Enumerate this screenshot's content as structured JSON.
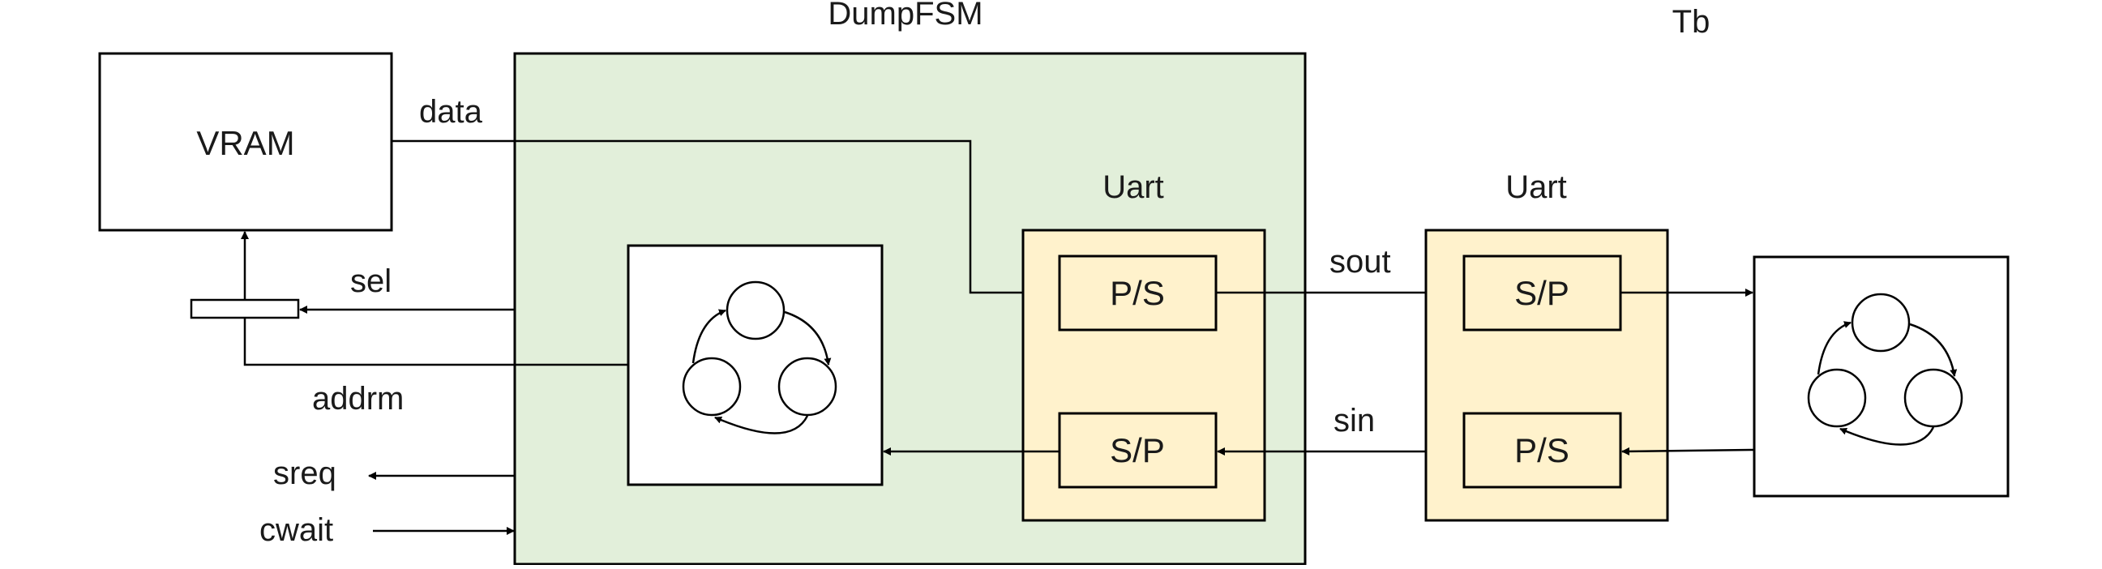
{
  "colors": {
    "fsm_fill": "#e2efda",
    "uart_fill": "#fff2cc",
    "stroke": "#000000"
  },
  "labels": {
    "dumpfsm_title": "DumpFSM",
    "tb_title": "Tb",
    "vram": "VRAM",
    "data": "data",
    "sel": "sel",
    "addrm": "addrm",
    "sreq": "sreq",
    "cwait": "cwait",
    "uart_left_title": "Uart",
    "uart_right_title": "Uart",
    "sout": "sout",
    "sin": "sin",
    "ps_left": "P/S",
    "sp_left": "S/P",
    "sp_right": "S/P",
    "ps_right": "P/S"
  },
  "icons": {
    "fsm_left": "state-machine-icon",
    "fsm_right": "state-machine-icon"
  }
}
